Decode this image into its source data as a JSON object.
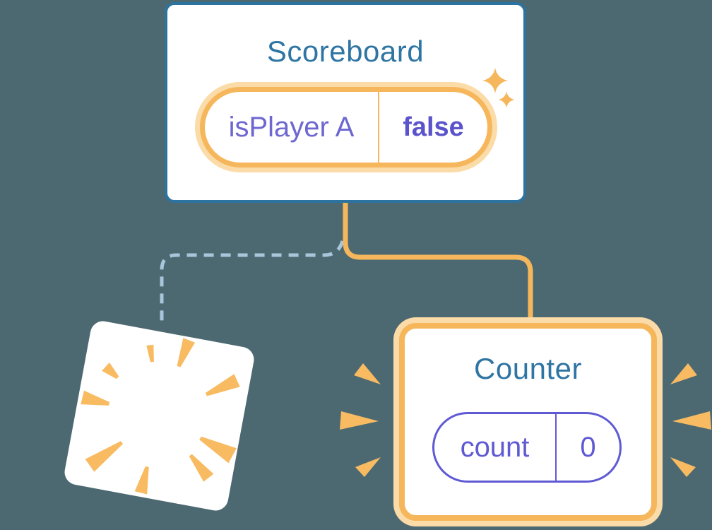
{
  "diagram": {
    "description": "React state preservation diagram: Scoreboard parent component keeps state while Counter child is recreated",
    "scoreboard": {
      "title": "Scoreboard",
      "state": {
        "name": "isPlayer A",
        "value": "false"
      }
    },
    "counter": {
      "title": "Counter",
      "state": {
        "name": "count",
        "value": "0"
      }
    },
    "destroyed_component": {
      "label": ""
    }
  },
  "icons": {
    "sparkle_large": "sparkle-icon",
    "sparkle_small": "sparkle-icon",
    "poof_burst": "poof-burst-icon",
    "emphasis_left": "emphasis-dashes-icon",
    "emphasis_right": "emphasis-dashes-icon"
  },
  "colors": {
    "background": "#4C6972",
    "card_border_blue": "#2C73A0",
    "title_blue": "#2F75A3",
    "accent_orange": "#F6B75C",
    "halo_orange": "#FBDBA7",
    "burst_orange": "#F8BB62",
    "dashed_blue": "#A8C6DA",
    "purple_name": "#6E67D1",
    "purple_value": "#5A53CC",
    "purple_pill": "#5F5AD4",
    "card_white": "#FFFFFF"
  }
}
